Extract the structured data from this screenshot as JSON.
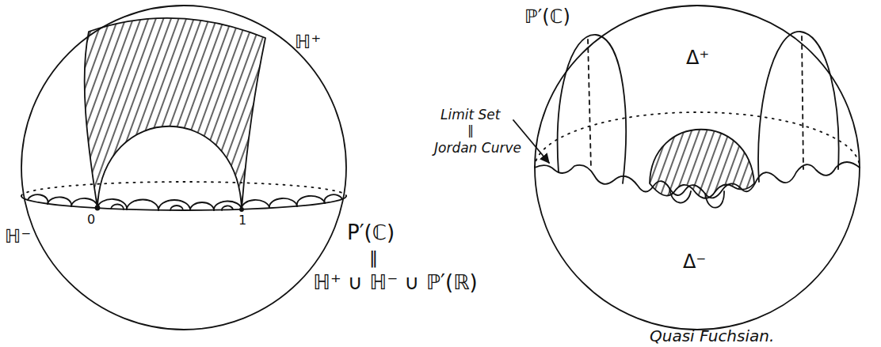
{
  "diagram": {
    "labels": [
      "ℍ⁺",
      "ℍ⁻",
      "0",
      "1",
      "P′(ℂ)",
      "‖",
      "ℍ⁺ ∪ ℍ⁻ ∪ ℙ′(ℝ)",
      "ℙ′(ℂ)",
      "Δ⁺",
      "Limit Set",
      "‖",
      "Jordan Curve",
      "Δ⁻",
      "Quasi Fuchsian."
    ]
  }
}
